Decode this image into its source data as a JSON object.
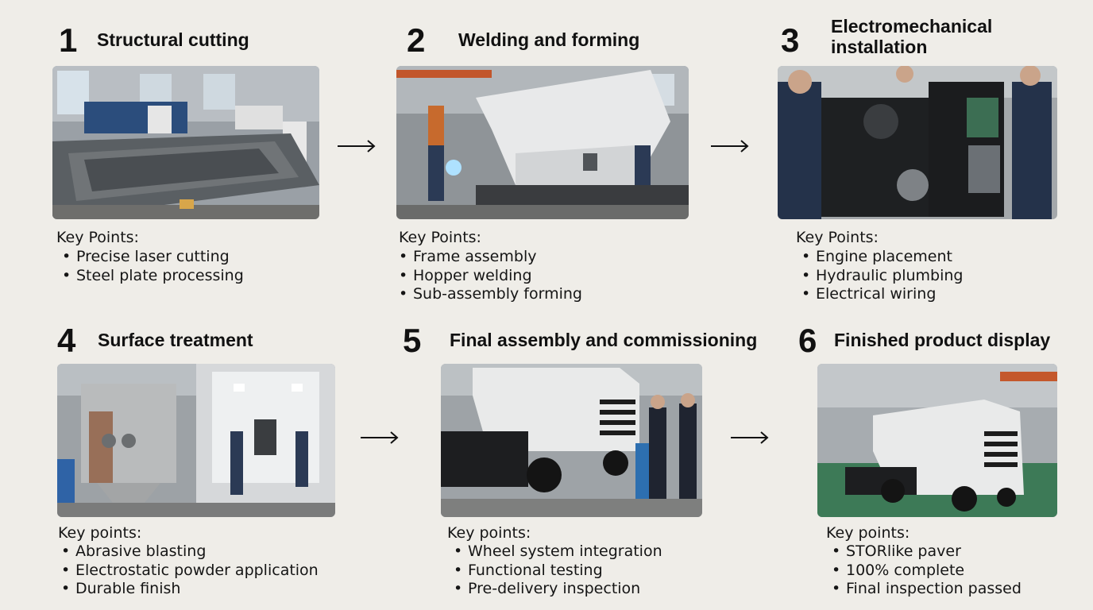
{
  "steps": [
    {
      "number": "1",
      "title": "Structural cutting",
      "key_label": "Key Points:",
      "points": [
        "Precise laser cutting",
        "Steel plate processing"
      ]
    },
    {
      "number": "2",
      "title": "Welding and forming",
      "key_label": "Key Points:",
      "points": [
        "Frame assembly",
        "Hopper welding",
        "Sub-assembly forming"
      ]
    },
    {
      "number": "3",
      "title_line1": "Electromechanical",
      "title_line2": "installation",
      "key_label": "Key Points:",
      "points": [
        "Engine placement",
        "Hydraulic plumbing",
        "Electrical wiring"
      ]
    },
    {
      "number": "4",
      "title": "Surface treatment",
      "key_label": "Key points:",
      "points": [
        "Abrasive blasting",
        "Electrostatic powder application",
        "Durable finish"
      ]
    },
    {
      "number": "5",
      "title": "Final assembly and commissioning",
      "key_label": "Key points:",
      "points": [
        "Wheel system integration",
        "Functional testing",
        "Pre-delivery inspection"
      ]
    },
    {
      "number": "6",
      "title": "Finished product display",
      "key_label": "Key points:",
      "points": [
        "STORlike paver",
        "100% complete",
        "Final inspection passed"
      ]
    }
  ],
  "bullet": "•",
  "colors": {
    "background": "#efede8",
    "text": "#111111",
    "machine_white": "#e9eaea",
    "workshop_gray": "#8e9296",
    "floor_green": "#3d7a57",
    "work_blue": "#2b3a55"
  }
}
